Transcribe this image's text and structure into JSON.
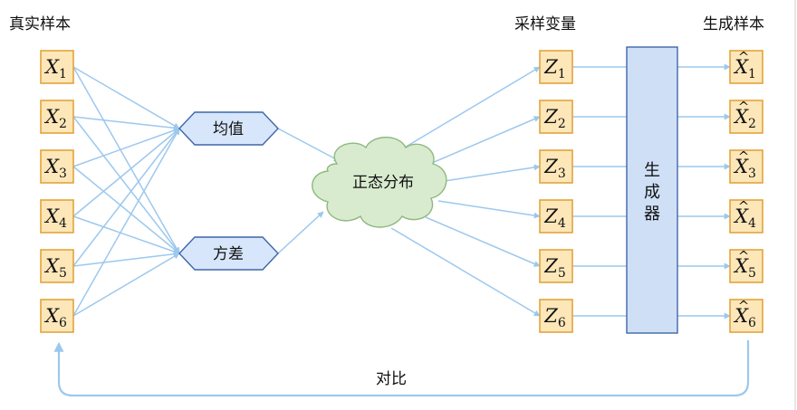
{
  "titles": {
    "real_samples": "真实样本",
    "sampled_variables": "采样变量",
    "generated_samples": "生成样本"
  },
  "real_vars": {
    "letter": "X",
    "subs": [
      "1",
      "2",
      "3",
      "4",
      "5",
      "6"
    ]
  },
  "latent_vars": {
    "letter": "Z",
    "subs": [
      "1",
      "2",
      "3",
      "4",
      "5",
      "6"
    ]
  },
  "generated_vars": {
    "letter": "X",
    "hat": "^",
    "subs": [
      "1",
      "2",
      "3",
      "4",
      "5",
      "6"
    ]
  },
  "mean_label": "均值",
  "variance_label": "方差",
  "distribution_label": "正态分布",
  "generator_label": [
    "生",
    "成",
    "器"
  ],
  "compare_label": "对比",
  "colors": {
    "box_fill": "#fde7b9",
    "box_stroke": "#e2a43c",
    "arrow": "#9cc8ee",
    "hexagon_fill": "#d7e6fb",
    "cloud_fill": "#d8ebcf",
    "generator_fill": "#cfe0f6"
  }
}
